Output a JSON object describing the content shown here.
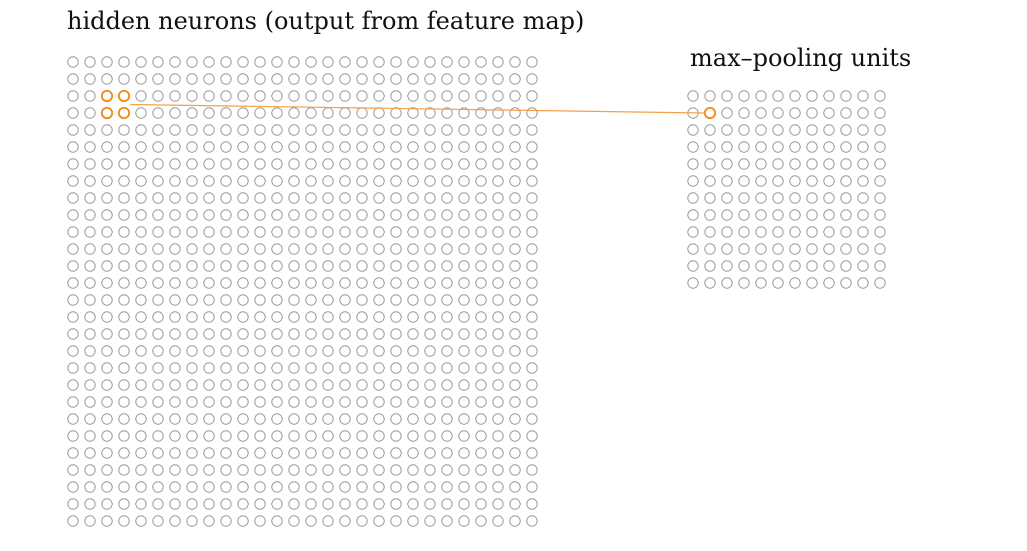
{
  "hidden_layer": {
    "label": "hidden neurons (output from feature map)",
    "rows": 28,
    "cols": 28,
    "highlighted": [
      [
        2,
        2
      ],
      [
        2,
        3
      ],
      [
        3,
        2
      ],
      [
        3,
        3
      ]
    ]
  },
  "pooling_layer": {
    "label": "max–pooling units",
    "rows": 12,
    "cols": 12,
    "highlighted": [
      [
        1,
        1
      ]
    ]
  },
  "colors": {
    "neuron": "#9a9a9a",
    "highlight": "#f28c1e",
    "connector": "#f5a04a",
    "text": "#111111"
  }
}
